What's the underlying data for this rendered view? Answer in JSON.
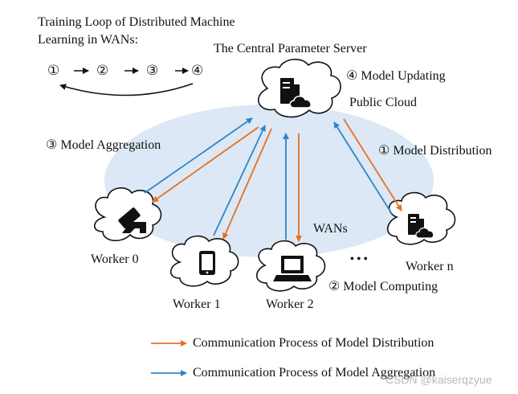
{
  "loop": {
    "title_line1": "Training Loop of Distributed Machine",
    "title_line2": "Learning in WANs:",
    "steps": [
      "①",
      "②",
      "③",
      "④"
    ]
  },
  "server": {
    "title": "The Central Parameter Server",
    "cloud_label": "Public Cloud",
    "updating_label": "④ Model Updating",
    "icon": "server-icon"
  },
  "labels": {
    "aggregation": "③ Model Aggregation",
    "distribution": "① Model Distribution",
    "wans": "WANs",
    "computing": "② Model Computing",
    "ellipsis": "• • •"
  },
  "workers": [
    {
      "label": "Worker 0",
      "icon": "camera-icon"
    },
    {
      "label": "Worker 1",
      "icon": "tablet-icon"
    },
    {
      "label": "Worker 2",
      "icon": "laptop-icon"
    },
    {
      "label": "Worker n",
      "icon": "server-icon"
    }
  ],
  "legend": {
    "distribution": "Communication Process of Model Distribution",
    "aggregation": "Communication Process of Model Aggregation"
  },
  "watermark": "CSDN @kaiserqzyue",
  "colors": {
    "distribution_arrow": "#E8701F",
    "aggregation_arrow": "#2E86C8",
    "wan_region": "#DCE8F5"
  }
}
